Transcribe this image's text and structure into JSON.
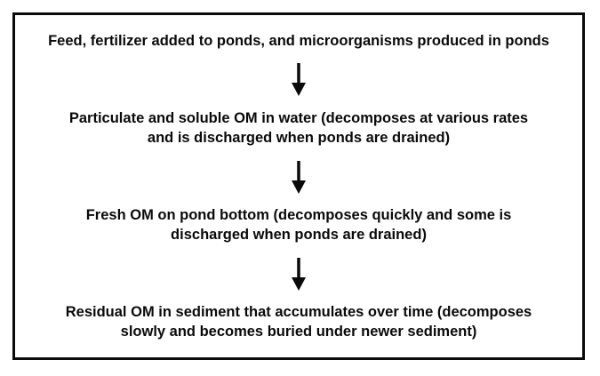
{
  "diagram": {
    "type": "flowchart",
    "direction": "top-down",
    "background_color": "#ffffff",
    "border_color": "#0a0a0a",
    "text_color": "#0a0a0a",
    "arrow_icon": "down-arrow",
    "nodes": [
      {
        "id": "pond-inputs",
        "text": "Feed, fertilizer added to ponds, and microorganisms produced in ponds"
      },
      {
        "id": "om-in-water",
        "text": "Particulate and soluble OM in water (decomposes at various rates\nand is discharged when ponds are drained)"
      },
      {
        "id": "fresh-om-pond-bottom",
        "text": "Fresh OM on pond bottom (decomposes quickly and some is\ndischarged when ponds are drained)"
      },
      {
        "id": "residual-om-sediment",
        "text": "Residual OM in sediment that accumulates over time (decomposes\nslowly and becomes buried under newer sediment)"
      }
    ],
    "edges": [
      {
        "from": "pond-inputs",
        "to": "om-in-water"
      },
      {
        "from": "om-in-water",
        "to": "fresh-om-pond-bottom"
      },
      {
        "from": "fresh-om-pond-bottom",
        "to": "residual-om-sediment"
      }
    ]
  }
}
